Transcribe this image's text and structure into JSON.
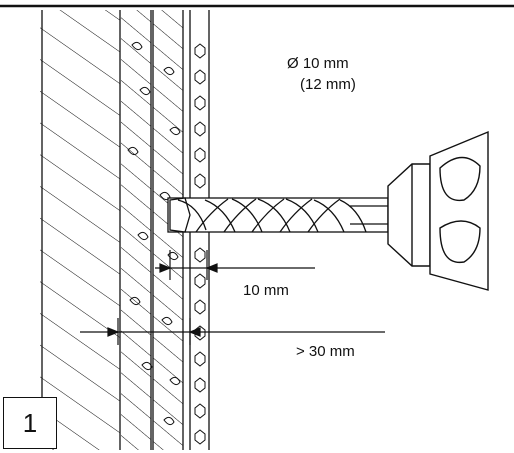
{
  "labels": {
    "diameter": "Ø 10 mm",
    "diameter_alt": "(12 mm)",
    "depth": "10 mm",
    "min_depth": "> 30 mm"
  },
  "step": {
    "number": "1"
  },
  "colors": {
    "line": "#111111",
    "background": "#ffffff"
  },
  "icons": [
    "drill-icon",
    "drill-bit-icon"
  ]
}
